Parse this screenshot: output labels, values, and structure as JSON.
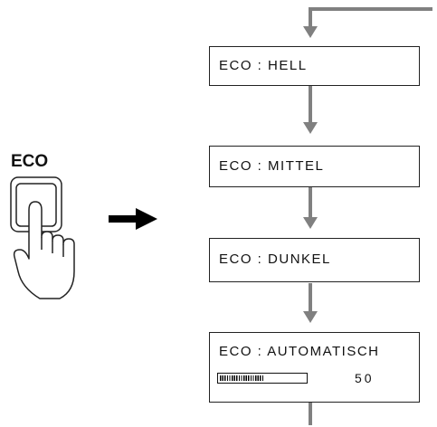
{
  "button": {
    "label": "ECO"
  },
  "modes": [
    {
      "prefix": "ECO",
      "name": "HELL"
    },
    {
      "prefix": "ECO",
      "name": "MITTEL"
    },
    {
      "prefix": "ECO",
      "name": "DUNKEL"
    },
    {
      "prefix": "ECO",
      "name": "AUTOMATISCH"
    }
  ],
  "automatic": {
    "level_value": "50",
    "level_fraction": 0.5
  },
  "colors": {
    "flow_arrow": "#808080",
    "outline": "#222222",
    "action_arrow": "#000000"
  }
}
